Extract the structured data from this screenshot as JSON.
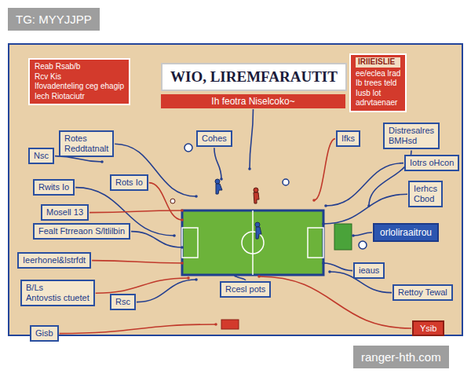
{
  "diagram": {
    "title": "WIO, LIREMFARAUTIT",
    "nodes": [
      {
        "text": [
          "WIO, LIREMFARAUTIT"
        ]
      },
      {
        "text": [
          "Ih feotra Niselcoko~"
        ]
      },
      {
        "text": [
          "Reab Rsab/b",
          "Rcv Kis",
          "Ifovadenteling ceg ehagip",
          "Iech Riotaciutr"
        ]
      },
      {
        "text": [
          "IRIIEISLIE",
          "ee/eclea lrad",
          "Ib trees teld",
          "Iusb lot",
          "adrvtaenaer"
        ]
      },
      {
        "text": [
          "Rotes",
          "Reddtatnalt"
        ]
      },
      {
        "text": [
          "Cohes"
        ]
      },
      {
        "text": [
          "Ifks"
        ]
      },
      {
        "text": [
          "Distresalres",
          "BMHsd"
        ]
      },
      {
        "text": [
          "Nsc"
        ]
      },
      {
        "text": [
          "Iotrs oHcon"
        ]
      },
      {
        "text": [
          "Rots Io"
        ]
      },
      {
        "text": [
          "Rwits Io"
        ]
      },
      {
        "text": [
          "Ierhcs",
          "Cbod"
        ]
      },
      {
        "text": [
          "Mosell 13"
        ]
      },
      {
        "text": [
          "Fealt Ftrreaon S/ltlilbin"
        ]
      },
      {
        "text": [
          "orloliraaitrou"
        ]
      },
      {
        "text": [
          "Ieerhonel&lstrfdt"
        ]
      },
      {
        "text": [
          "ieaus"
        ]
      },
      {
        "text": [
          "Rcesl pots"
        ]
      },
      {
        "text": [
          "B/Ls",
          "Antovstis ctuetet"
        ]
      },
      {
        "text": [
          "Rettoy Tewal"
        ]
      },
      {
        "text": [
          "Rsc"
        ]
      },
      {
        "text": [
          "Gisb"
        ]
      },
      {
        "text": [
          "Ysib"
        ]
      }
    ],
    "labels": [
      "TG: MYYJJPP",
      "ranger-hth.com"
    ]
  }
}
